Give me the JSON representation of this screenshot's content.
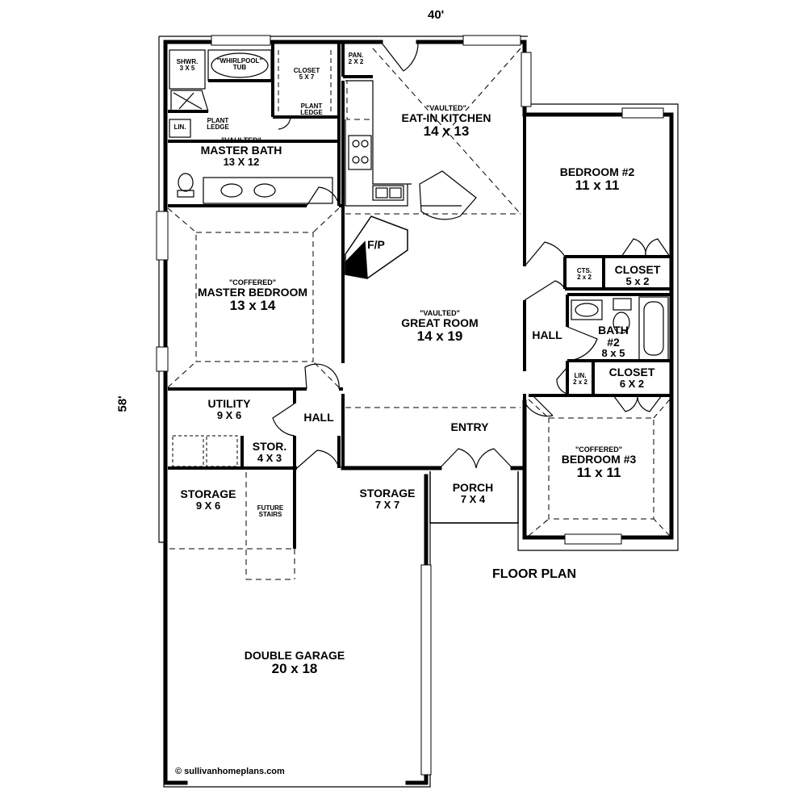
{
  "dimensions": {
    "width": "40'",
    "depth": "58'"
  },
  "plan_title": "FLOOR PLAN",
  "copyright": {
    "symbol": "©",
    "text": "sullivanhomeplans.com"
  },
  "rooms": {
    "whirlpool": {
      "name": "\"WHIRLPOOL\"",
      "sub": "TUB"
    },
    "shower": {
      "name": "SHWR.",
      "dim": "3 X 5"
    },
    "lin_bath": {
      "name": "LIN."
    },
    "plant_ledge_bath": {
      "line1": "PLANT",
      "line2": "LEDGE"
    },
    "closet_master": {
      "name": "CLOSET",
      "dim": "5 X 7"
    },
    "plant_ledge_closet": {
      "line1": "PLANT",
      "line2": "LEDGE"
    },
    "pantry": {
      "name": "PAN.",
      "dim": "2 X 2"
    },
    "master_bath": {
      "tag": "\"VAULTED\"",
      "name": "MASTER BATH",
      "dim": "13 X 12"
    },
    "kitchen": {
      "tag": "\"VAULTED\"",
      "name": "EAT-IN KITCHEN",
      "dim": "14 x 13"
    },
    "bedroom2": {
      "name": "BEDROOM #2",
      "dim": "11 x 11"
    },
    "fireplace": {
      "name": "F/P"
    },
    "cts": {
      "name": "CTS.",
      "dim": "2 x 2"
    },
    "closet_bed2": {
      "name": "CLOSET",
      "dim": "5 x 2"
    },
    "master_bedroom": {
      "tag": "\"COFFERED\"",
      "name": "MASTER BEDROOM",
      "dim": "13 x 14"
    },
    "great_room": {
      "tag": "\"VAULTED\"",
      "name": "GREAT ROOM",
      "dim": "14 x 19"
    },
    "hall_right": {
      "name": "HALL"
    },
    "bath2": {
      "name": "BATH",
      "sub": "#2",
      "dim": "8 x 5"
    },
    "lin_hall": {
      "name": "LIN.",
      "dim": "2 x 2"
    },
    "closet_bed3": {
      "name": "CLOSET",
      "dim": "6 X 2"
    },
    "utility": {
      "name": "UTILITY",
      "dim": "9 X 6"
    },
    "hall_left": {
      "name": "HALL"
    },
    "entry": {
      "name": "ENTRY"
    },
    "stor": {
      "name": "STOR.",
      "dim": "4 X 3"
    },
    "bedroom3": {
      "tag": "\"COFFERED\"",
      "name": "BEDROOM #3",
      "dim": "11 x 11"
    },
    "storage_left": {
      "name": "STORAGE",
      "dim": "9 X 6"
    },
    "future_stairs": {
      "line1": "FUTURE",
      "line2": "STAIRS"
    },
    "storage_mid": {
      "name": "STORAGE",
      "dim": "7 X 7"
    },
    "porch": {
      "name": "PORCH",
      "dim": "7 X 4"
    },
    "garage": {
      "name": "DOUBLE GARAGE",
      "dim": "20 x 18"
    }
  }
}
